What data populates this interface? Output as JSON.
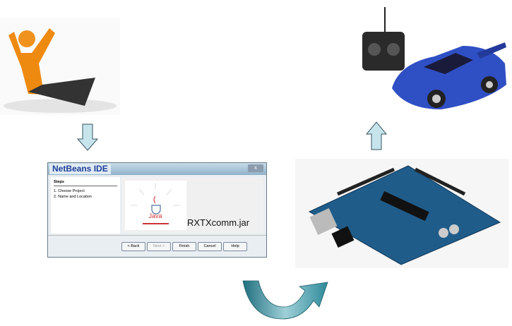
{
  "netbeans": {
    "logo": "NetBeans IDE",
    "close": "x",
    "steps_title": "Steps",
    "steps": [
      "1.   Choose Project",
      "2.   Name and Location"
    ],
    "java_label": "Java",
    "buttons": [
      "< Back",
      "Next >",
      "Finish",
      "Cancel",
      "Help"
    ]
  },
  "jar_label": "RXTXcomm.jar",
  "colors": {
    "arrow_fill": "#c6e4ec",
    "arrow_stroke": "#3a5560",
    "curve": "#3a8f9e"
  }
}
